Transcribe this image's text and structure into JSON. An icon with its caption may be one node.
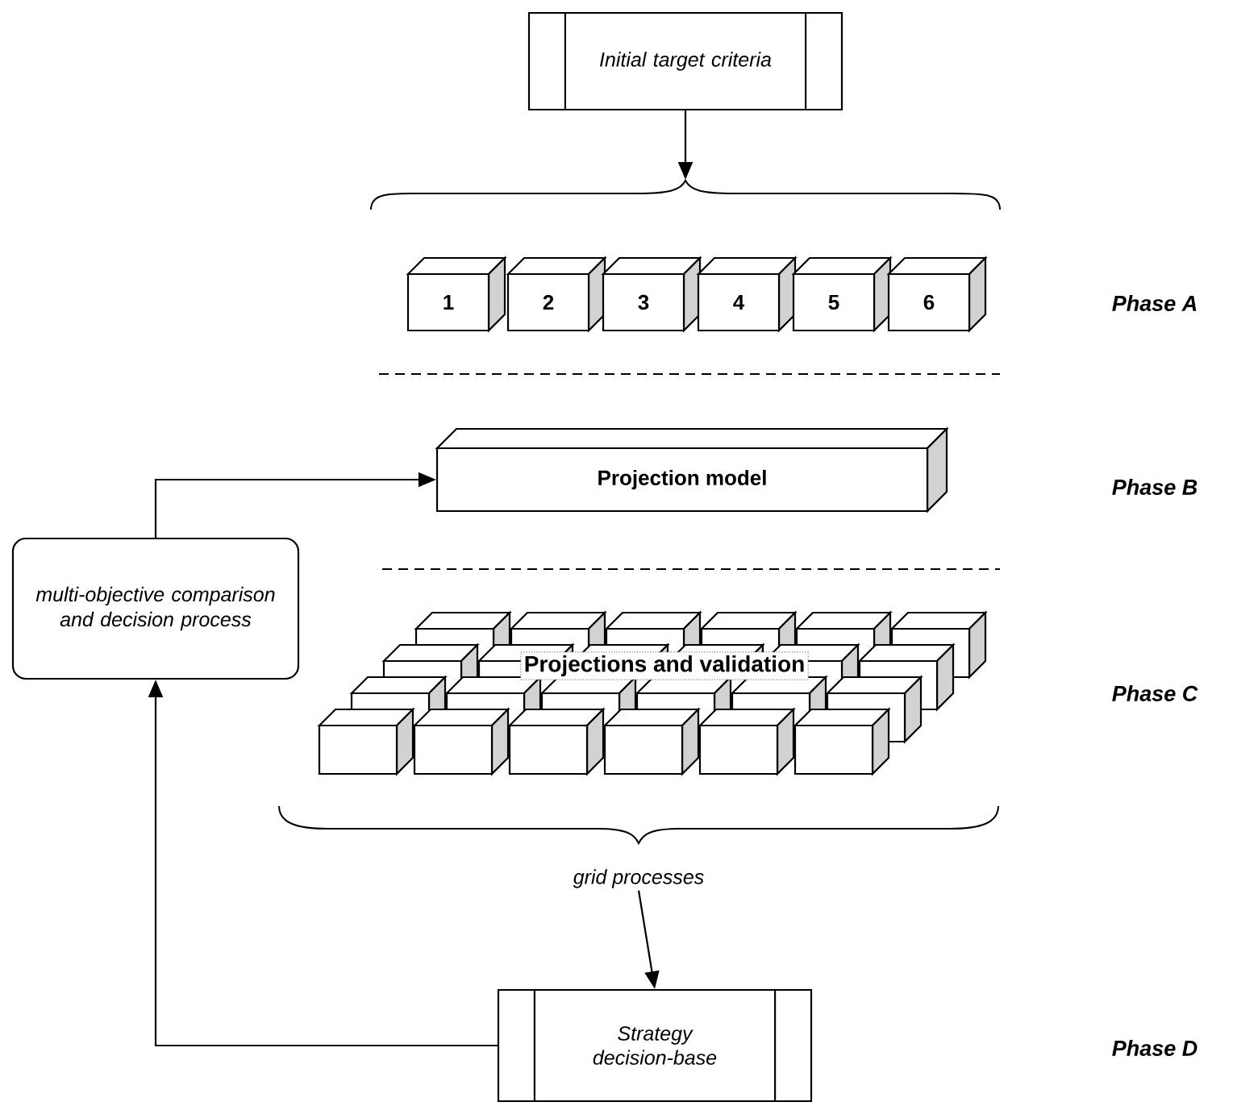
{
  "diagram": {
    "nodes": [
      {
        "text": [
          "Initial target criteria"
        ]
      },
      {
        "text": [],
        "shape": "brace"
      },
      {
        "text": [
          "1"
        ]
      },
      {
        "text": [
          "2"
        ]
      },
      {
        "text": [
          "3"
        ]
      },
      {
        "text": [
          "4"
        ]
      },
      {
        "text": [
          "5"
        ]
      },
      {
        "text": [
          "6"
        ]
      },
      {
        "text": [
          "Projection model"
        ]
      },
      {
        "text": [
          "multi-objective comparison and decision process"
        ]
      },
      {
        "text": [
          "grid processes"
        ]
      },
      {
        "text": [
          "Strategy decision-base"
        ]
      }
    ],
    "edges": [
      {
        "from": 0,
        "to": 1,
        "arrow": "to"
      },
      {
        "from": 9,
        "to": 8,
        "arrow": "to"
      },
      {
        "from": 10,
        "to": 11,
        "arrow": "to"
      },
      {
        "from": 11,
        "to": 9,
        "arrow": "to"
      }
    ],
    "labels": [
      "Phase A",
      "Phase B",
      "Projections and validation",
      "Phase C",
      "Phase D"
    ]
  }
}
